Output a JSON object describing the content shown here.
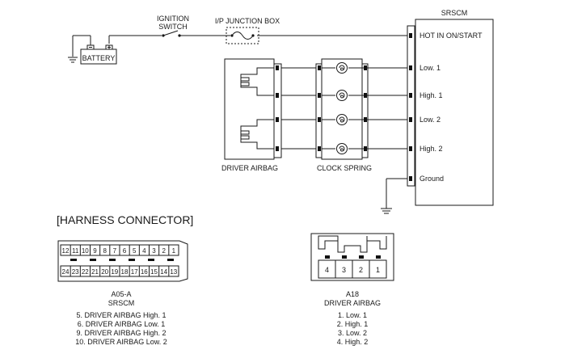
{
  "labels": {
    "ignition_switch_line1": "IGNITION",
    "ignition_switch_line2": "SWITCH",
    "junction_box": "I/P JUNCTION BOX",
    "srscm": "SRSCM",
    "battery": "BATTERY",
    "driver_airbag": "DRIVER AIRBAG",
    "clock_spring": "CLOCK SPRING",
    "harness_title": "[HARNESS CONNECTOR]"
  },
  "srscm_pins": [
    "HOT IN ON/START",
    "Low. 1",
    "High. 1",
    "Low. 2",
    "High. 2",
    "Ground"
  ],
  "connector_a05a": {
    "code": "A05-A",
    "name": "SRSCM",
    "top_row": [
      "12",
      "11",
      "10",
      "9",
      "8",
      "7",
      "6",
      "5",
      "4",
      "3",
      "2",
      "1"
    ],
    "bottom_row": [
      "24",
      "23",
      "22",
      "21",
      "20",
      "19",
      "18",
      "17",
      "16",
      "15",
      "14",
      "13"
    ],
    "pins": [
      "5. DRIVER AIRBAG High. 1",
      "6. DRIVER AIRBAG Low. 1",
      "9. DRIVER AIRBAG High. 2",
      "10. DRIVER AIRBAG Low. 2"
    ]
  },
  "connector_a18": {
    "code": "A18",
    "name": "DRIVER AIRBAG",
    "cells": [
      "4",
      "3",
      "2",
      "1"
    ],
    "pins": [
      "1. Low. 1",
      "2. High. 1",
      "3. Low. 2",
      "4. High. 2"
    ]
  },
  "icons": [
    "battery-icon",
    "ground-icon",
    "switch-icon",
    "fuse-icon",
    "clock-spring-coil-icon"
  ]
}
